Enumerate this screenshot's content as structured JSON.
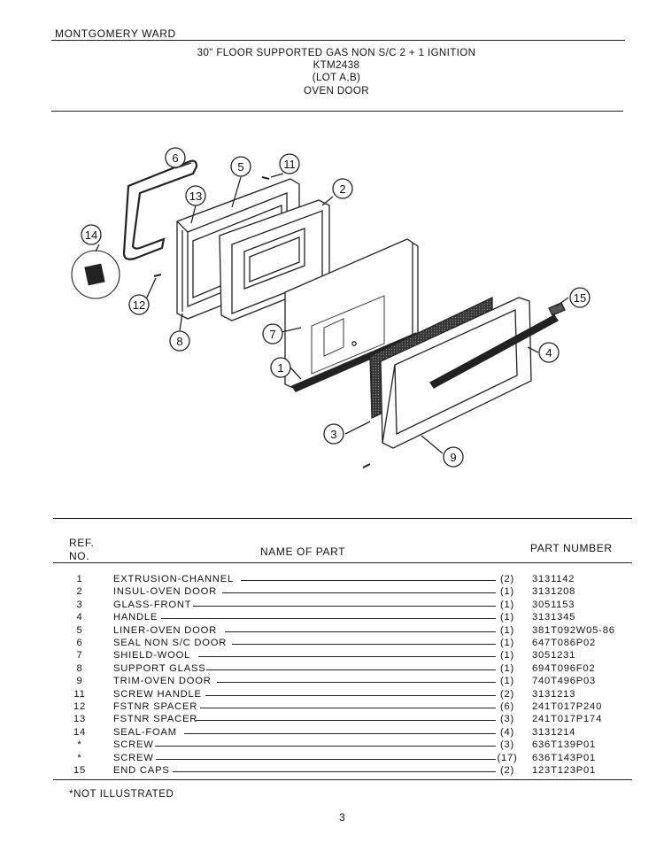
{
  "header": {
    "brand": "MONTGOMERY WARD",
    "title_line1": "30\" FLOOR SUPPORTED GAS NON S/C 2 + 1 IGNITION",
    "title_line2": "KTM2438",
    "title_line3": "(LOT A,B)",
    "title_line4": "OVEN DOOR"
  },
  "diagram": {
    "callouts": [
      "6",
      "5",
      "11",
      "2",
      "13",
      "14",
      "12",
      "8",
      "7",
      "1",
      "15",
      "4",
      "3",
      "9"
    ]
  },
  "table": {
    "col_ref_line1": "REF.",
    "col_ref_line2": "NO.",
    "col_name": "NAME OF PART",
    "col_part": "PART NUMBER",
    "rows": [
      {
        "ref": "1",
        "name": "EXTRUSION-CHANNEL",
        "qty": "(2)",
        "part": "3131142"
      },
      {
        "ref": "2",
        "name": "INSUL-OVEN DOOR",
        "qty": "(1)",
        "part": "3131208"
      },
      {
        "ref": "3",
        "name": "GLASS-FRONT",
        "qty": "(1)",
        "part": "3051153"
      },
      {
        "ref": "4",
        "name": "HANDLE",
        "qty": "(1)",
        "part": "3131345"
      },
      {
        "ref": "5",
        "name": "LINER-OVEN DOOR",
        "qty": "(1)",
        "part": "381T092W05-86"
      },
      {
        "ref": "6",
        "name": "SEAL NON S/C DOOR",
        "qty": "(1)",
        "part": "647T086P02"
      },
      {
        "ref": "7",
        "name": "SHIELD-WOOL",
        "qty": "(1)",
        "part": "3051231"
      },
      {
        "ref": "8",
        "name": "SUPPORT GLASS",
        "qty": "(1)",
        "part": "694T096F02"
      },
      {
        "ref": "9",
        "name": "TRIM-OVEN DOOR",
        "qty": "(1)",
        "part": "740T496P03"
      },
      {
        "ref": "11",
        "name": "SCREW HANDLE",
        "qty": "(2)",
        "part": "3131213"
      },
      {
        "ref": "12",
        "name": "FSTNR SPACER",
        "qty": "(6)",
        "part": "241T017P240"
      },
      {
        "ref": "13",
        "name": "FSTNR SPACER",
        "qty": "(3)",
        "part": "241T017P174"
      },
      {
        "ref": "14",
        "name": "SEAL-FOAM",
        "qty": "(4)",
        "part": "3131214"
      },
      {
        "ref": "*",
        "name": "SCREW",
        "qty": "(3)",
        "part": "636T139P01"
      },
      {
        "ref": "*",
        "name": "SCREW",
        "qty": "(17)",
        "part": "636T143P01"
      },
      {
        "ref": "15",
        "name": "END CAPS",
        "qty": "(2)",
        "part": "123T123P01"
      }
    ]
  },
  "footer": {
    "note": "*NOT ILLUSTRATED",
    "page_number": "3"
  }
}
